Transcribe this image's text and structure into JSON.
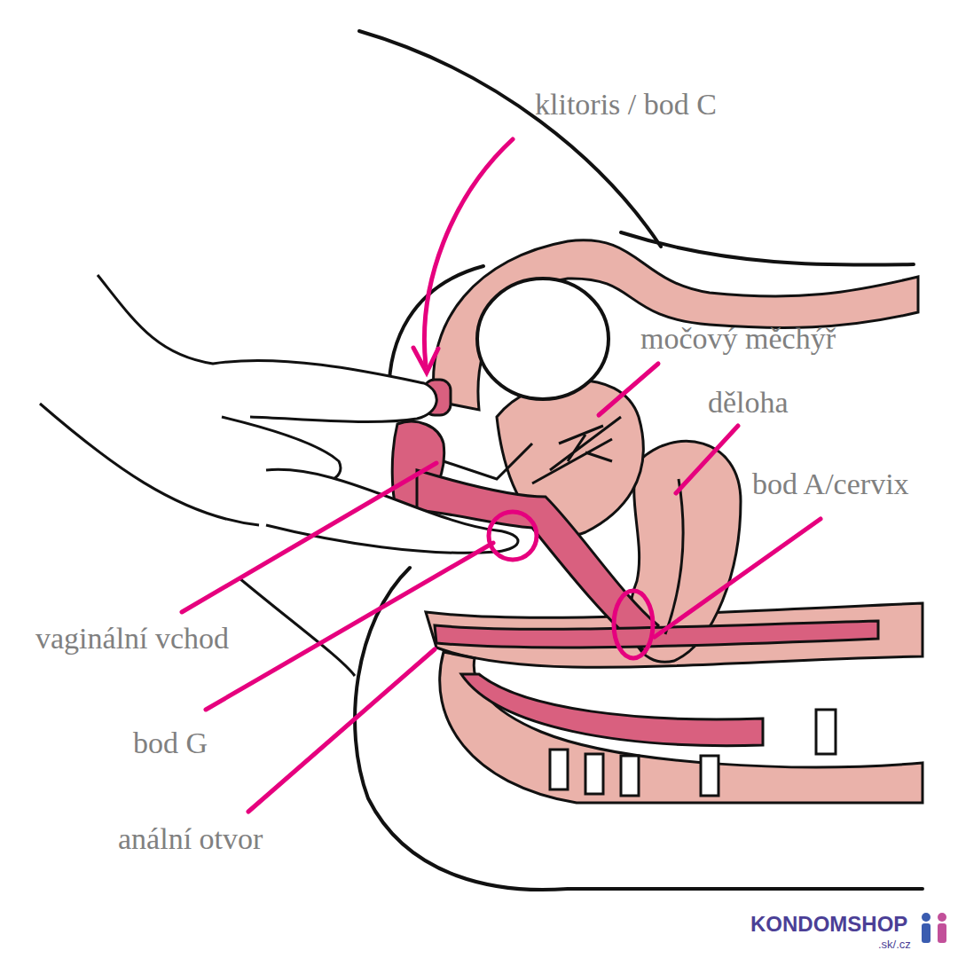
{
  "diagram": {
    "labels": [
      "klitoris / bod C",
      "močový měchýř",
      "děloha",
      "bod A/cervix",
      "vaginální vchod",
      "bod G",
      "anální otvor",
      "KONDOMSHOP",
      ".sk/.cz"
    ]
  }
}
